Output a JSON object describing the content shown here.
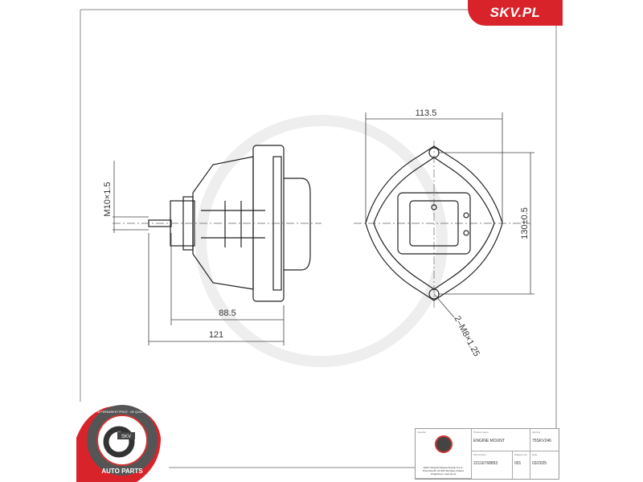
{
  "brand": {
    "site_label": "SKV.PL",
    "accent_color": "#d8232a"
  },
  "badge": {
    "ring_text": "AFTERMARKET PRICE · OE QUALITY",
    "center_text": "SKV",
    "bottom_text": "AUTO PARTS"
  },
  "dimensions": {
    "thread_side": "M10×1.5",
    "length_inner": "88.5",
    "length_total": "121",
    "width_top": "113.5",
    "height_right": "130±0.5",
    "bolt_spec": "2–M8×1.25"
  },
  "title_block": {
    "importer_label": "Importer",
    "company_line1": "ESKV Wojcicki Wojciechowski S.K.A.",
    "company_line2": "Piernicka 65, 51-603 Wrocław, Poland",
    "company_line3": "info@skv.pl, www.skv.pl",
    "product_name_label": "Product name",
    "product_name": "ENGINE MOUNT",
    "symbol_label": "Symbol",
    "symbol": "75SKV246",
    "oe_label": "OE Number",
    "oe_number": "22116768853",
    "diagram_label": "Diagram No",
    "diagram_no": "001",
    "date_label": "Date",
    "date": "03/2025"
  }
}
